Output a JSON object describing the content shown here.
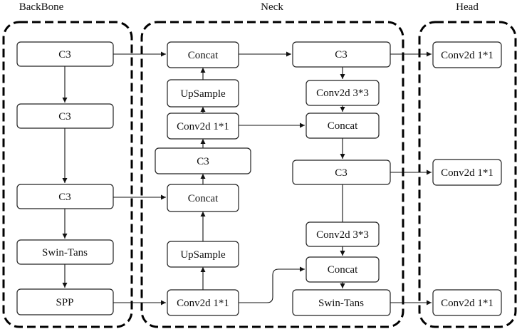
{
  "sections": {
    "backbone": "BackBone",
    "neck": "Neck",
    "head": "Head"
  },
  "nodes": {
    "bb_c3_1": "C3",
    "bb_c3_2": "C3",
    "bb_c3_3": "C3",
    "bb_swin": "Swin-Tans",
    "bb_spp": "SPP",
    "n_concat_top": "Concat",
    "n_upsample_top": "UpSample",
    "n_conv_top": "Conv2d 1*1",
    "n_c3_mid": "C3",
    "n_concat_mid": "Concat",
    "n_upsample_bot": "UpSample",
    "n_conv_bot": "Conv2d 1*1",
    "r_c3_top": "C3",
    "r_conv33_top": "Conv2d 3*3",
    "r_concat_top": "Concat",
    "r_c3_mid": "C3",
    "r_conv33_bot": "Conv2d 3*3",
    "r_concat_bot": "Concat",
    "r_swin": "Swin-Tans",
    "h_conv_1": "Conv2d 1*1",
    "h_conv_2": "Conv2d 1*1",
    "h_conv_3": "Conv2d 1*1"
  }
}
